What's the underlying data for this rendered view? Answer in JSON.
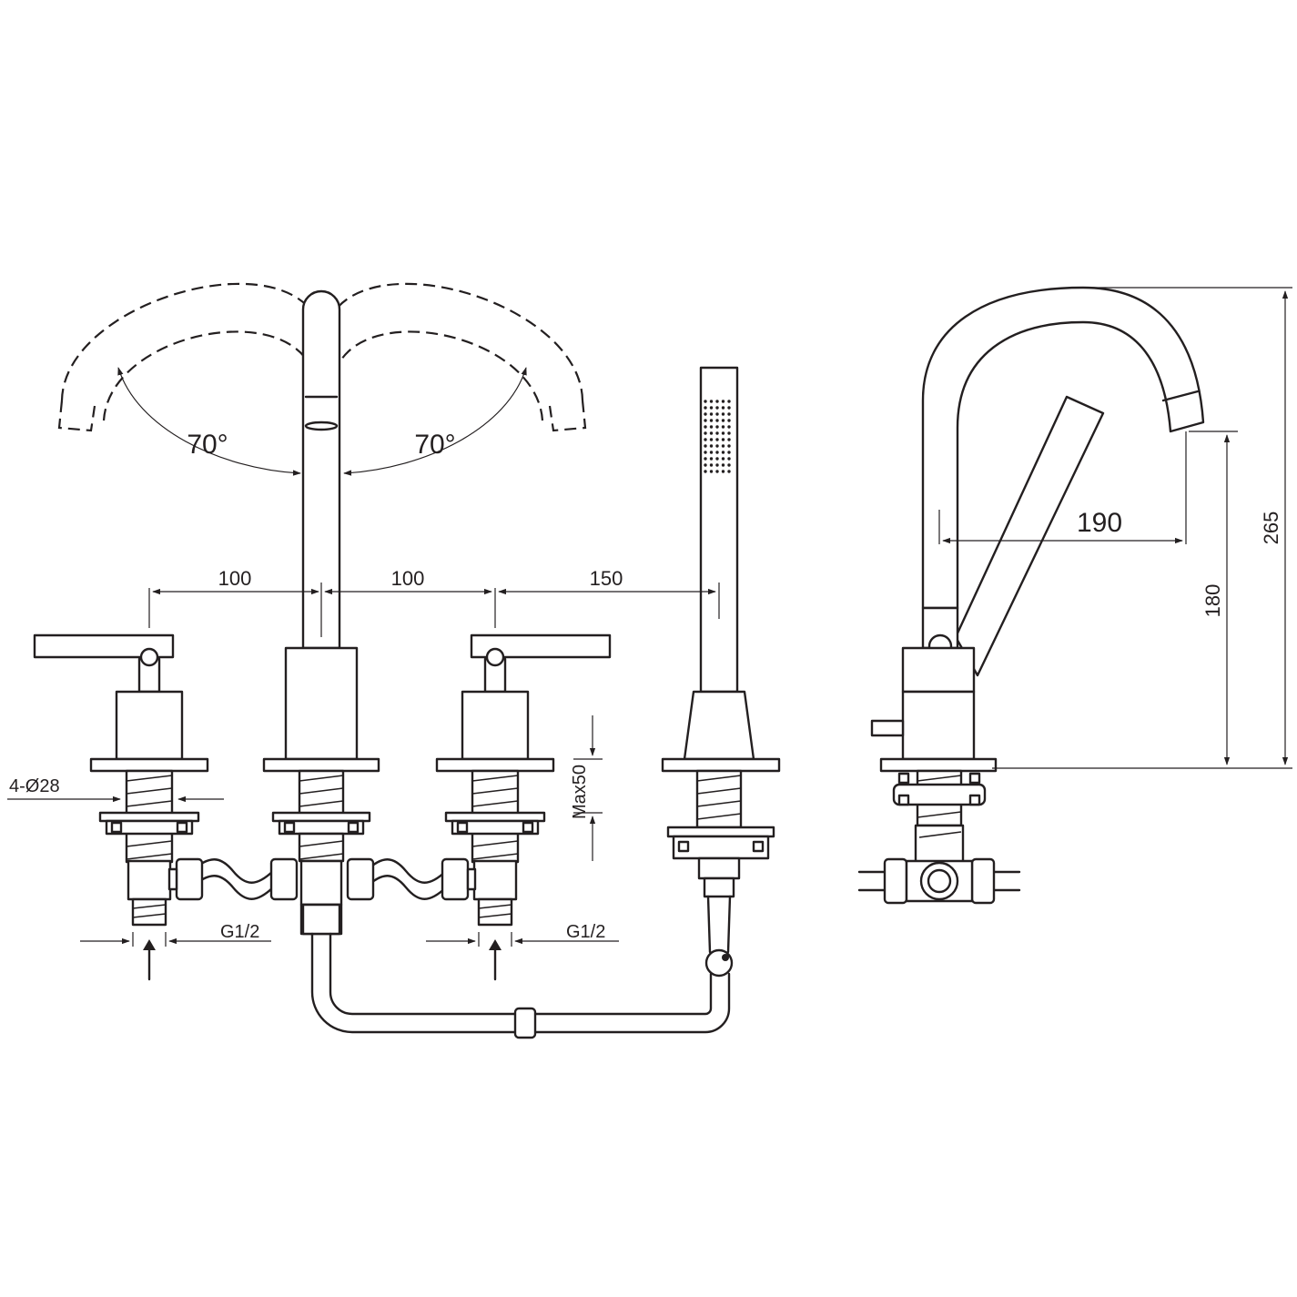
{
  "colors": {
    "line": "#231f20",
    "background": "#ffffff"
  },
  "labels": {
    "swing_left": "70°",
    "swing_right": "70°",
    "spacing_1": "100",
    "spacing_2": "100",
    "spacing_3": "150",
    "flange_diameter": "4-Ø28",
    "max_deck": "Max50",
    "inlet_left": "G1/2",
    "inlet_right": "G1/2",
    "spout_reach": "190",
    "spout_outlet_height": "180",
    "total_height": "265"
  }
}
